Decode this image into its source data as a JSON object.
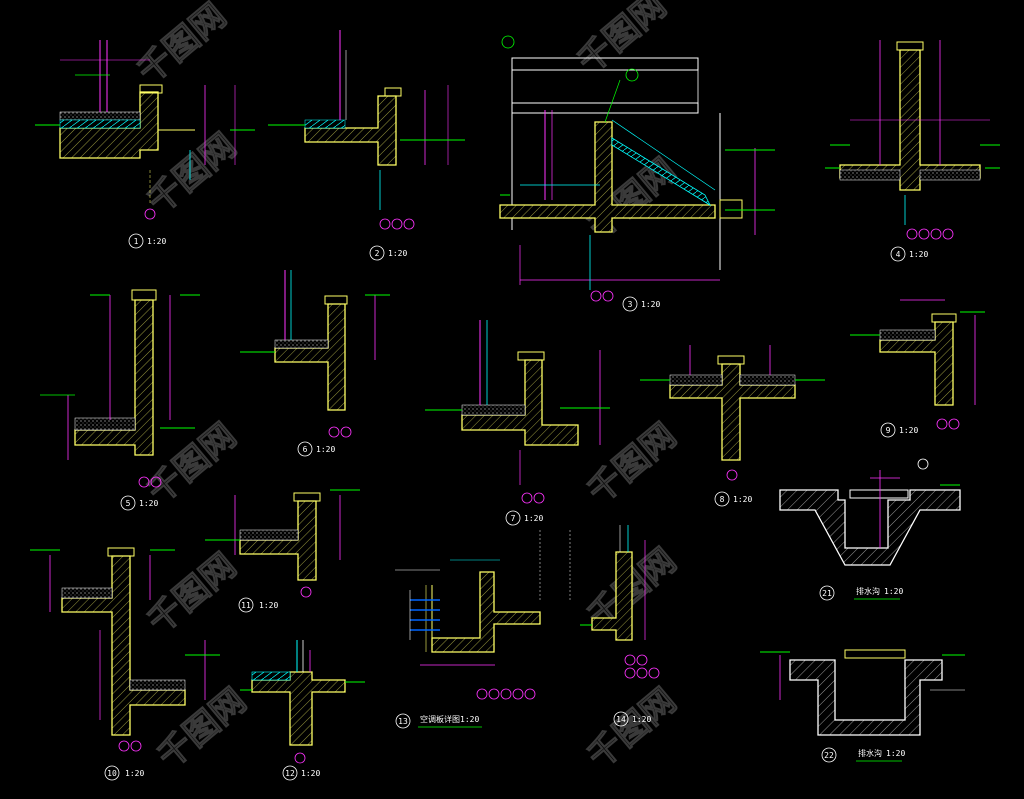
{
  "watermark": "千图网",
  "colors": {
    "background": "#000000",
    "wall": "#ffff66",
    "dimension": "#ff33ff",
    "green": "#00ff00",
    "cyan": "#00ffff",
    "white": "#ffffff"
  },
  "details": [
    {
      "id": "d1",
      "num": "1",
      "scale": "1:20"
    },
    {
      "id": "d2",
      "num": "2",
      "scale": "1:20"
    },
    {
      "id": "d3",
      "num": "3",
      "scale": "1:20"
    },
    {
      "id": "d4",
      "num": "4",
      "scale": "1:20"
    },
    {
      "id": "d5",
      "num": "5",
      "scale": "1:20"
    },
    {
      "id": "d6",
      "num": "6",
      "scale": "1:20"
    },
    {
      "id": "d7",
      "num": "7",
      "scale": "1:20"
    },
    {
      "id": "d8",
      "num": "8",
      "scale": "1:20"
    },
    {
      "id": "d9",
      "num": "9",
      "scale": "1:20"
    },
    {
      "id": "d10",
      "num": "10",
      "scale": "1:20"
    },
    {
      "id": "d11",
      "num": "11",
      "scale": "1:20"
    },
    {
      "id": "d12",
      "num": "12",
      "scale": "1:20"
    },
    {
      "id": "d13",
      "num": "13",
      "title": "空调板详图",
      "scale": "1:20"
    },
    {
      "id": "d14",
      "num": "14",
      "scale": "1:20"
    },
    {
      "id": "d21",
      "num": "21",
      "title": "排水沟",
      "scale": "1:20"
    },
    {
      "id": "d22",
      "num": "22",
      "title": "排水沟",
      "scale": "1:20"
    }
  ]
}
